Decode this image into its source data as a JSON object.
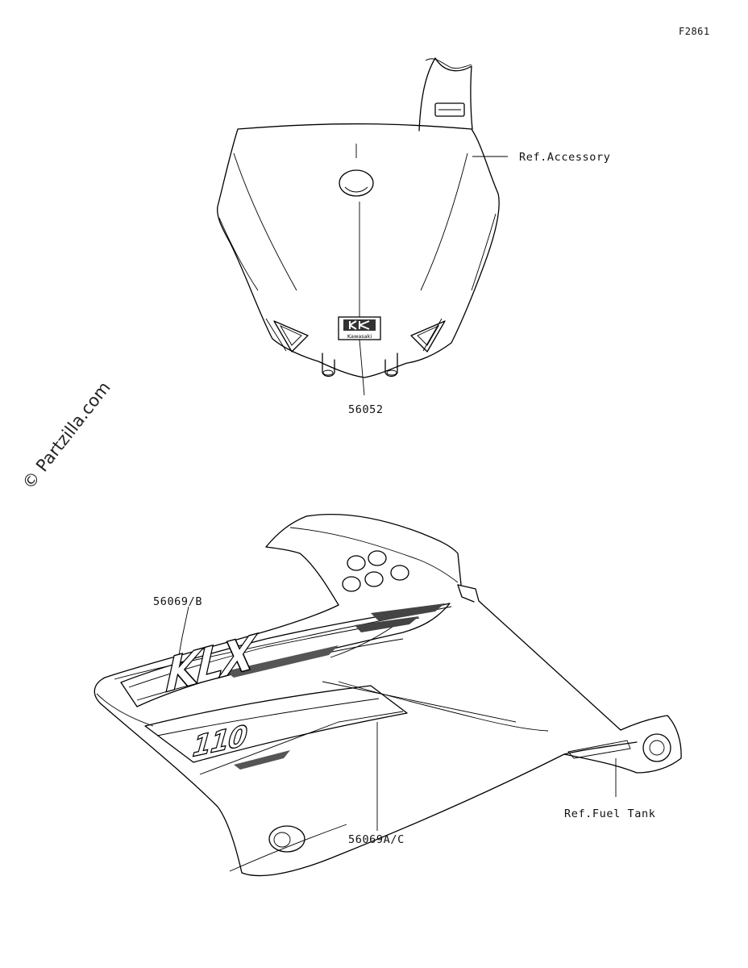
{
  "figure_code": "F2861",
  "watermark": "© Partzilla.com",
  "callouts": {
    "ref_accessory": "Ref.Accessory",
    "part_56052": "56052",
    "part_56069b": "56069/B",
    "part_56069ac": "56069A/C",
    "ref_fuel_tank": "Ref.Fuel Tank"
  },
  "emblem": {
    "logo_text": "Kawasaki"
  },
  "shroud_graphics": {
    "model_name": "KLX",
    "model_number": "110"
  }
}
